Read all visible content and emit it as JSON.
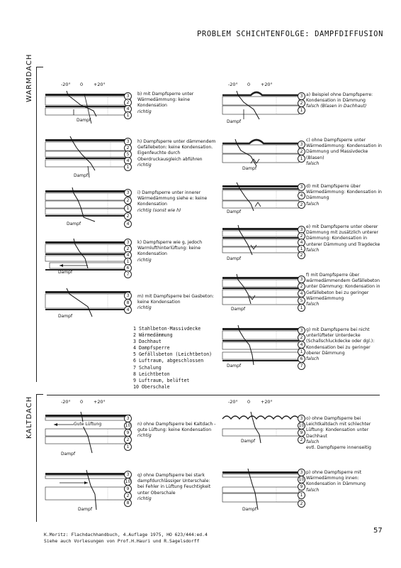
{
  "page": {
    "title": "PROBLEM SCHICHTENFOLGE: DAMPFDIFFUSION",
    "section_warm": "WARMDACH",
    "section_kalt": "KALTDACH",
    "page_number": "57",
    "footer_line1": "K.Moritz: Flachdachhandbuch, 4.Auflage 1975, HO 623/444:ed.4",
    "footer_line2": "Siehe auch Vorlesungen von Prof.H.Hauri und R.Sagelsdorff"
  },
  "scale": {
    "left": "-20°",
    "mid": "0",
    "right": "+20°"
  },
  "labels": {
    "dampf": "Dampf",
    "gute_luftung": "Gute Lüftung"
  },
  "legend": [
    "1  Stahlbeton-Massivdecke",
    "2  Wärmedämmung",
    "3  Dachhaut",
    "4  Dampfsperre",
    "5  Gefällsbeton (Leichtbeton)",
    "6  Luftraum, abgeschlossen",
    "7  Schalung",
    "8  Leichtbeton",
    "9  Luftraum, belüftet",
    "10 Oberschale"
  ],
  "cases": {
    "b": {
      "text": "b) mit Dampfsperre unter Wärmedämmung: keine Kondensation",
      "verdict": "richtig",
      "layers": [
        "3",
        "2",
        "4",
        "1"
      ]
    },
    "h": {
      "text": "h) Dampfsperre unter dämmendem Gefällebeton: keine Kondensation. Eigenfeuchte durch Oberdruckausgleich abführen",
      "verdict": "richtig",
      "layers": [
        "3",
        "2",
        "5",
        "4",
        "1"
      ]
    },
    "i": {
      "text": "i) Dampfsperre unter innerer Wärmedämmung siehe e: keine Kondensation",
      "verdict": "richtig (sonst wie h)",
      "layers": [
        "3",
        "2",
        "1",
        "2",
        "4"
      ]
    },
    "k": {
      "text": "k) Dampfsperre wie g, jedoch Warmlufthinterlüftung: keine Kondensation",
      "verdict": "richtig",
      "layers": [
        "3",
        "2",
        "4",
        "1",
        "6",
        "7"
      ]
    },
    "m": {
      "text": "m) mit Dampfsperre bei Gasbeton: keine Kondensation",
      "verdict": "richtig",
      "layers": [
        "3",
        "8",
        "4"
      ]
    },
    "a": {
      "text": "a) Beispiel ohne Dampfsperre: Kondensation in Dämmung",
      "verdict": "falsch (Blasen in Dachhaut)",
      "layers": [
        "3",
        "2",
        "1"
      ]
    },
    "c": {
      "text": "c) ohne Dampfsperre unter Wärmedämmung: Kondensation in Dämmung und Massivdecke (Blasen)",
      "verdict": "falsch",
      "layers": [
        "3",
        "2",
        "1"
      ]
    },
    "d": {
      "text": "d) mit Dampfsperre über Wärmedämmung: Kondensation in Dämmung",
      "verdict": "falsch",
      "layers": [
        "3",
        "4",
        "2"
      ]
    },
    "e": {
      "text": "e) mit Dampfsperre unter oberer Dämmung mit zusätzlich unterer Dämmung: Kondensation in unterer Dämmung und Tragdecke",
      "verdict": "falsch",
      "layers": [
        "3",
        "2",
        "4",
        "1",
        "2"
      ]
    },
    "f": {
      "text": "f) mit Dampfsperre über wärmedämmendem Gefällebeton unter Dämmung: Kondensation in Gefällebeton bei zu geringer Wärmedämmung",
      "verdict": "falsch",
      "layers": [
        "3",
        "2",
        "4",
        "5",
        "1"
      ]
    },
    "g": {
      "text": "g) mit Dampfsperre bei nicht unterlüfteter Unterdecke (Schallschluckdecke oder dgl.): Kondensation bei zu geringer oberer Dämmung",
      "verdict": "falsch",
      "layers": [
        "3",
        "2",
        "4",
        "1",
        "6",
        "7"
      ]
    },
    "n": {
      "text": "n) ohne Dampfsperre bei Kaltdach - gute Lüftung: keine Kondensation",
      "verdict": "richtig",
      "layers": [
        "3",
        "10",
        "9",
        "2",
        "1"
      ]
    },
    "q": {
      "text": "q) ohne Dampfsperre bei stark dampfdurchlässiger Unterschale: bei Fehler in Lüftung Feuchtigkeit unter Oberschale",
      "verdict": "richtig",
      "layers": [
        "3",
        "10",
        "9",
        "2",
        "8"
      ]
    },
    "o": {
      "text": "o) ohne Dampfsperre bei Leichtkaltdach mit schlechter Lüftung: Kondensation unter Dachhaut",
      "verdict": "falsch",
      "note": "evtl. Dampfsperre innenseitig",
      "layers": [
        "3",
        "10",
        "9",
        "2"
      ]
    },
    "p": {
      "text": "p) ohne Dampfsperre mit Wärmedämmung innen: Kondensation in Dämmung",
      "verdict": "falsch",
      "layers": [
        "3",
        "10",
        "9",
        "1",
        "2"
      ]
    }
  }
}
